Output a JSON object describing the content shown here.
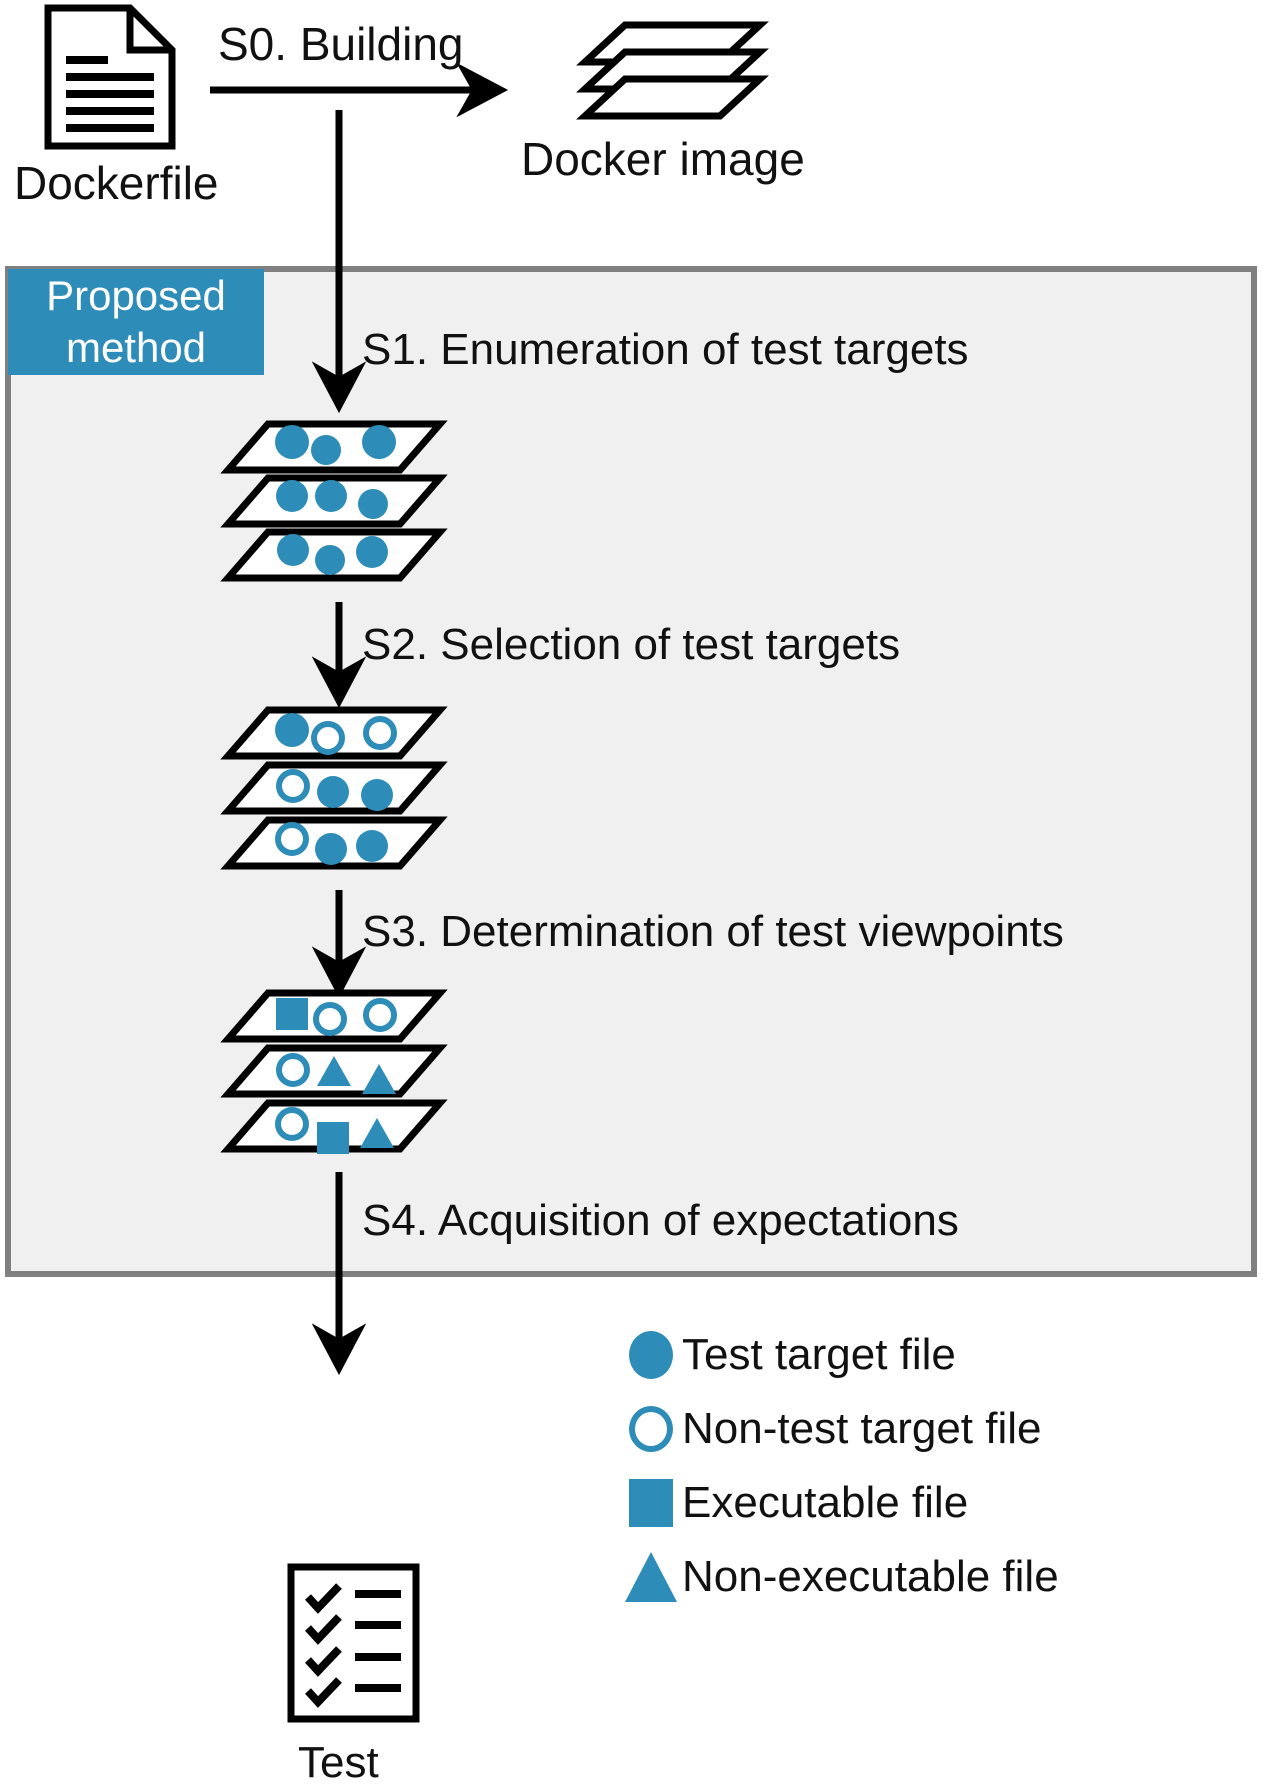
{
  "diagram": {
    "title_labels": {
      "dockerfile": "Dockerfile",
      "docker_image": "Docker image",
      "test": "Test"
    },
    "proposed_box": {
      "line1": "Proposed",
      "line2": "method",
      "bg_color": "#2E8CB8",
      "text_color": "#FFFFFF",
      "panel_bg": "#F0F0F0",
      "panel_border": "#808080"
    },
    "steps": [
      {
        "id": "S0",
        "label": "S0. Building"
      },
      {
        "id": "S1",
        "label": "S1. Enumeration of test targets"
      },
      {
        "id": "S2",
        "label": "S2. Selection of test targets"
      },
      {
        "id": "S3",
        "label": "S3. Determination of test viewpoints"
      },
      {
        "id": "S4",
        "label": "S4. Acquisition of expectations"
      }
    ],
    "accent_color": "#2E8CB8",
    "stacks": [
      {
        "step": "S1",
        "layers": [
          {
            "shapes": [
              "circle-filled",
              "circle-filled",
              "circle-filled"
            ]
          },
          {
            "shapes": [
              "circle-filled",
              "circle-filled",
              "circle-filled"
            ]
          },
          {
            "shapes": [
              "circle-filled",
              "circle-filled",
              "circle-filled"
            ]
          }
        ]
      },
      {
        "step": "S2",
        "layers": [
          {
            "shapes": [
              "circle-filled",
              "circle-hollow",
              "circle-hollow"
            ]
          },
          {
            "shapes": [
              "circle-hollow",
              "circle-filled",
              "circle-filled"
            ]
          },
          {
            "shapes": [
              "circle-hollow",
              "circle-filled",
              "circle-filled"
            ]
          }
        ]
      },
      {
        "step": "S3",
        "layers": [
          {
            "shapes": [
              "square",
              "circle-hollow",
              "circle-hollow"
            ]
          },
          {
            "shapes": [
              "circle-hollow",
              "triangle",
              "triangle"
            ]
          },
          {
            "shapes": [
              "circle-hollow",
              "square",
              "triangle"
            ]
          }
        ]
      }
    ],
    "legend": {
      "items": [
        {
          "marker": "circle-filled",
          "label": "Test target file"
        },
        {
          "marker": "circle-hollow",
          "label": "Non-test target file"
        },
        {
          "marker": "square",
          "label": "Executable file"
        },
        {
          "marker": "triangle",
          "label": "Non-executable file"
        }
      ]
    },
    "icons": {
      "dockerfile": "document-icon",
      "docker_image": "stacked-layers-icon",
      "test": "checklist-icon",
      "arrow": "arrow-icon"
    }
  }
}
